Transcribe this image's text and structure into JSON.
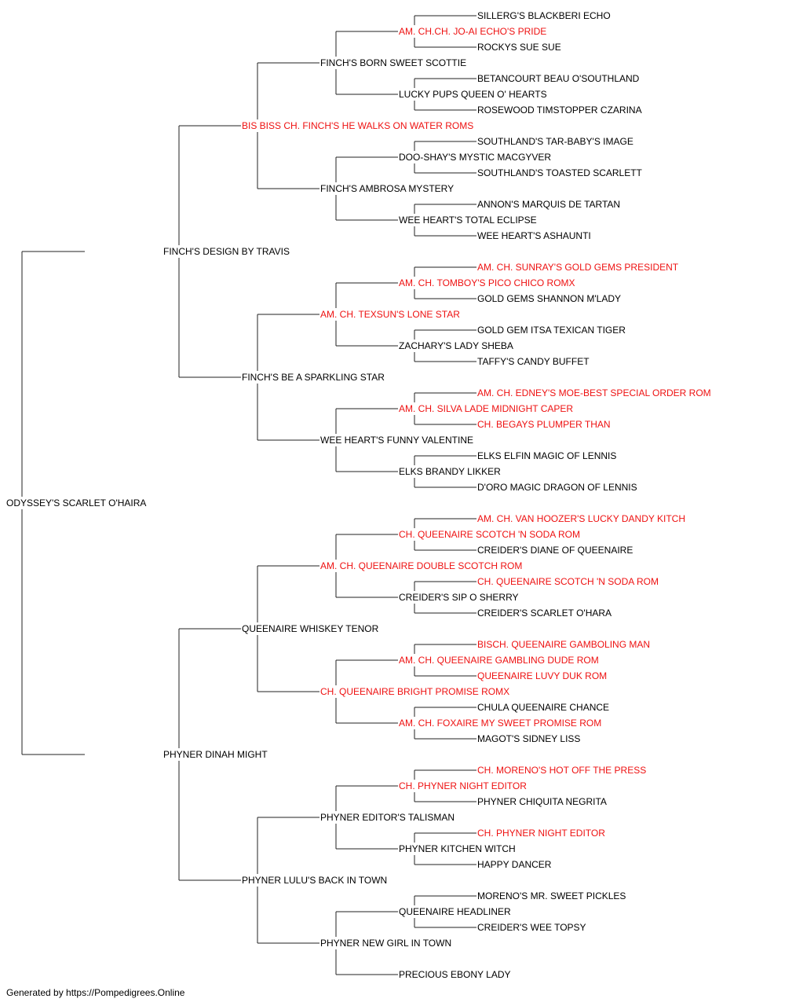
{
  "colors": {
    "normal": "#000000",
    "champion": "#ee1111",
    "line": "#222222"
  },
  "pedigree": {
    "name": "ODYSSEY'S SCARLET O'HAIRA",
    "sire": {
      "name": "FINCH'S DESIGN BY TRAVIS",
      "sire": {
        "name": "BIS BISS CH. FINCH'S HE WALKS ON WATER ROMS",
        "champion": true,
        "sire": {
          "name": "FINCH'S BORN SWEET SCOTTIE",
          "sire": {
            "name": "AM. CH.CH. JO-AI ECHO'S PRIDE",
            "champion": true,
            "sire": {
              "name": "SILLERG'S BLACKBERI ECHO"
            },
            "dam": {
              "name": "ROCKYS SUE SUE"
            }
          },
          "dam": {
            "name": "LUCKY PUPS QUEEN O' HEARTS",
            "sire": {
              "name": "BETANCOURT BEAU O'SOUTHLAND"
            },
            "dam": {
              "name": "ROSEWOOD TIMSTOPPER CZARINA"
            }
          }
        },
        "dam": {
          "name": "FINCH'S AMBROSA MYSTERY",
          "sire": {
            "name": "DOO-SHAY'S MYSTIC MACGYVER",
            "sire": {
              "name": "SOUTHLAND'S TAR-BABY'S IMAGE"
            },
            "dam": {
              "name": "SOUTHLAND'S TOASTED SCARLETT"
            }
          },
          "dam": {
            "name": "WEE HEART'S TOTAL ECLIPSE",
            "sire": {
              "name": "ANNON'S MARQUIS DE TARTAN"
            },
            "dam": {
              "name": "WEE HEART'S ASHAUNTI"
            }
          }
        }
      },
      "dam": {
        "name": "FINCH'S BE A SPARKLING STAR",
        "sire": {
          "name": "AM. CH. TEXSUN'S LONE STAR",
          "champion": true,
          "sire": {
            "name": "AM. CH. TOMBOY'S PICO CHICO ROMX",
            "champion": true,
            "sire": {
              "name": "AM. CH. SUNRAY'S GOLD GEMS PRESIDENT",
              "champion": true
            },
            "dam": {
              "name": "GOLD GEMS SHANNON M'LADY"
            }
          },
          "dam": {
            "name": "ZACHARY'S LADY SHEBA",
            "sire": {
              "name": "GOLD GEM ITSA TEXICAN TIGER"
            },
            "dam": {
              "name": "TAFFY'S CANDY BUFFET"
            }
          }
        },
        "dam": {
          "name": "WEE HEART'S FUNNY VALENTINE",
          "sire": {
            "name": "AM. CH. SILVA LADE MIDNIGHT CAPER",
            "champion": true,
            "sire": {
              "name": "AM. CH. EDNEY'S MOE-BEST SPECIAL ORDER ROM",
              "champion": true
            },
            "dam": {
              "name": "CH. BEGAYS PLUMPER THAN",
              "champion": true
            }
          },
          "dam": {
            "name": "ELKS BRANDY LIKKER",
            "sire": {
              "name": "ELKS ELFIN MAGIC OF LENNIS"
            },
            "dam": {
              "name": "D'ORO MAGIC DRAGON OF LENNIS"
            }
          }
        }
      }
    },
    "dam": {
      "name": "PHYNER DINAH MIGHT",
      "sire": {
        "name": "QUEENAIRE WHISKEY TENOR",
        "sire": {
          "name": "AM. CH. QUEENAIRE DOUBLE SCOTCH ROM",
          "champion": true,
          "sire": {
            "name": "CH. QUEENAIRE SCOTCH 'N SODA ROM",
            "champion": true,
            "sire": {
              "name": "AM. CH. VAN HOOZER'S LUCKY DANDY KITCH",
              "champion": true
            },
            "dam": {
              "name": "CREIDER'S DIANE OF QUEENAIRE"
            }
          },
          "dam": {
            "name": "CREIDER'S SIP O SHERRY",
            "sire": {
              "name": "CH. QUEENAIRE SCOTCH 'N SODA ROM",
              "champion": true
            },
            "dam": {
              "name": "CREIDER'S SCARLET O'HARA"
            }
          }
        },
        "dam": {
          "name": "CH. QUEENAIRE BRIGHT PROMISE ROMX",
          "champion": true,
          "sire": {
            "name": "AM. CH. QUEENAIRE GAMBLING DUDE ROM",
            "champion": true,
            "sire": {
              "name": "BISCH. QUEENAIRE GAMBOLING MAN",
              "champion": true
            },
            "dam": {
              "name": "QUEENAIRE LUVY DUK ROM",
              "champion": true
            }
          },
          "dam": {
            "name": "AM. CH. FOXAIRE MY SWEET PROMISE ROM",
            "champion": true,
            "sire": {
              "name": "CHULA QUEENAIRE CHANCE"
            },
            "dam": {
              "name": "MAGOT'S SIDNEY LISS"
            }
          }
        }
      },
      "dam": {
        "name": "PHYNER LULU'S BACK IN TOWN",
        "sire": {
          "name": "PHYNER EDITOR'S TALISMAN",
          "sire": {
            "name": "CH. PHYNER NIGHT EDITOR",
            "champion": true,
            "sire": {
              "name": "CH. MORENO'S HOT OFF THE PRESS",
              "champion": true
            },
            "dam": {
              "name": "PHYNER CHIQUITA NEGRITA"
            }
          },
          "dam": {
            "name": "PHYNER KITCHEN WITCH",
            "sire": {
              "name": "CH. PHYNER NIGHT EDITOR",
              "champion": true
            },
            "dam": {
              "name": "HAPPY DANCER"
            }
          }
        },
        "dam": {
          "name": "PHYNER NEW GIRL IN TOWN",
          "sire": {
            "name": "QUEENAIRE HEADLINER",
            "sire": {
              "name": "MORENO'S MR. SWEET PICKLES"
            },
            "dam": {
              "name": "CREIDER'S WEE TOPSY"
            }
          },
          "dam": {
            "name": "PRECIOUS EBONY LADY"
          }
        }
      }
    }
  },
  "footer": {
    "text": "Generated by https://Pompedigrees.Online"
  }
}
